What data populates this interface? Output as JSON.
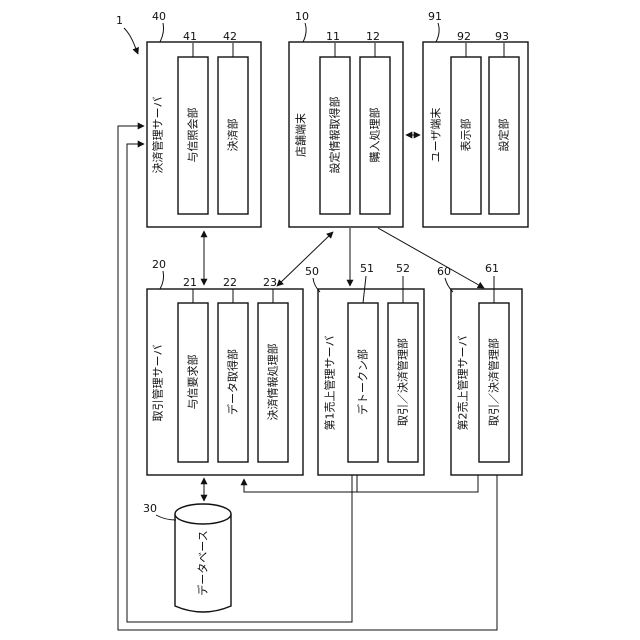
{
  "figure": {
    "system_ref": "1",
    "blocks": [
      {
        "id": "payment_server",
        "ref": "40",
        "label": "決済管理サーバ",
        "units": [
          {
            "ref": "41",
            "label": "与信照会部"
          },
          {
            "ref": "42",
            "label": "決済部"
          }
        ]
      },
      {
        "id": "store_terminal",
        "ref": "10",
        "label": "店舗端末",
        "units": [
          {
            "ref": "11",
            "label": "設定情報取得部"
          },
          {
            "ref": "12",
            "label": "購入処理部"
          }
        ]
      },
      {
        "id": "user_terminal",
        "ref": "91",
        "label": "ユーザ端末",
        "units": [
          {
            "ref": "92",
            "label": "表示部"
          },
          {
            "ref": "93",
            "label": "設定部"
          }
        ]
      },
      {
        "id": "transaction_server",
        "ref": "20",
        "label": "取引管理サーバ",
        "units": [
          {
            "ref": "21",
            "label": "与信要求部"
          },
          {
            "ref": "22",
            "label": "データ取得部"
          },
          {
            "ref": "23",
            "label": "決済情報処理部"
          }
        ]
      },
      {
        "id": "sales_server_1",
        "ref": "50",
        "label": "第1売上管理サーバ",
        "units": [
          {
            "ref": "51",
            "label": "デトークン部"
          },
          {
            "ref": "52",
            "label": "取引／決済管理部"
          }
        ]
      },
      {
        "id": "sales_server_2",
        "ref": "60",
        "label": "第2売上管理サーバ",
        "units": [
          {
            "ref": "61",
            "label": "取引／決済管理部"
          }
        ]
      }
    ],
    "database": {
      "ref": "30",
      "label": "データベース"
    }
  }
}
